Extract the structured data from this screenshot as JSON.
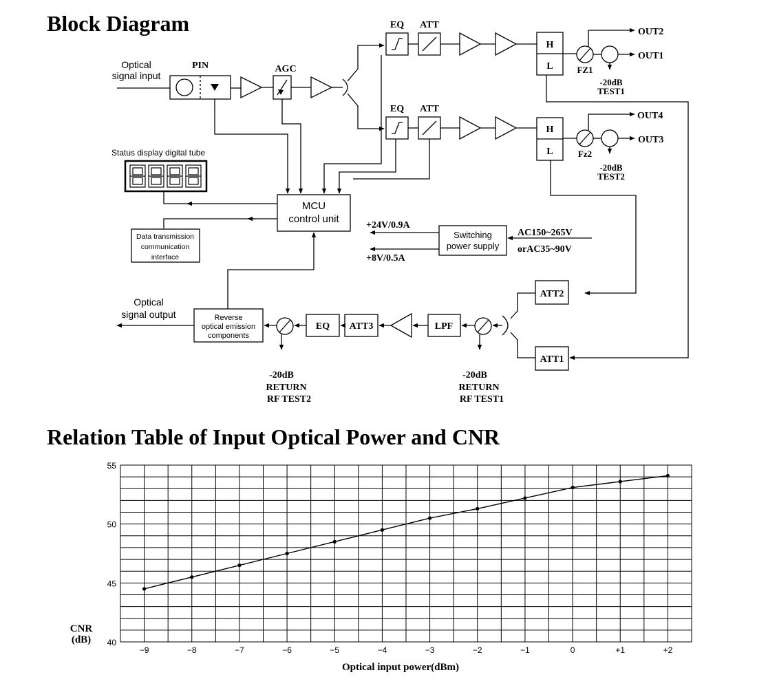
{
  "headings": {
    "block_diagram": "Block Diagram",
    "relation_table": "Relation Table of Input Optical Power and CNR"
  },
  "block_diagram": {
    "optical_input": [
      "Optical",
      "signal input"
    ],
    "pin": "PIN",
    "agc": "AGC",
    "eq": "EQ",
    "att": "ATT",
    "h": "H",
    "l": "L",
    "out1": "OUT1",
    "out2": "OUT2",
    "out3": "OUT3",
    "out4": "OUT4",
    "fz1": "FZ1",
    "fz2": "Fz2",
    "test1": [
      "-20dB",
      "TEST1"
    ],
    "test2": [
      "-20dB",
      "TEST2"
    ],
    "status_display": "Status display digital tube",
    "status_digits": "8888",
    "mcu": [
      "MCU",
      "control unit"
    ],
    "data_interface": [
      "Data transmission",
      "communication",
      "interface"
    ],
    "power_out_24": "+24V/0.9A",
    "power_out_8": "+8V/0.5A",
    "switching_supply": [
      "Switching",
      "power supply"
    ],
    "ac_input": [
      "AC150~265V",
      "orAC35~90V"
    ],
    "optical_output": [
      "Optical",
      "signal output"
    ],
    "reverse_emission": [
      "Reverse",
      "optical emission",
      "components"
    ],
    "eq_return": "EQ",
    "att3": "ATT3",
    "lpf": "LPF",
    "att2": "ATT2",
    "att1": "ATT1",
    "return_test2": [
      "-20dB",
      "RETURN",
      "RF TEST2"
    ],
    "return_test1": [
      "-20dB",
      "RETURN",
      "RF TEST1"
    ]
  },
  "chart_data": {
    "type": "line",
    "title": "Relation Table of Input Optical Power and CNR",
    "xlabel": "Optical input power(dBm)",
    "ylabel": [
      "CNR",
      "(dB)"
    ],
    "x": [
      -9,
      -8,
      -7,
      -6,
      -5,
      -4,
      -3,
      -2,
      -1,
      0,
      1,
      2
    ],
    "x_tick_labels": [
      "−9",
      "−8",
      "−7",
      "−6",
      "−5",
      "−4",
      "−3",
      "−2",
      "−1",
      "0",
      "+1",
      "+2"
    ],
    "y": [
      44.5,
      45.5,
      46.5,
      47.5,
      48.5,
      49.5,
      50.5,
      51.3,
      52.2,
      53.1,
      53.6,
      54.1
    ],
    "yticks": [
      55,
      50,
      45,
      40
    ],
    "xlim": [
      -9.5,
      2.5
    ],
    "ylim": [
      40,
      55
    ],
    "grid": true,
    "line_color": "#000000"
  }
}
